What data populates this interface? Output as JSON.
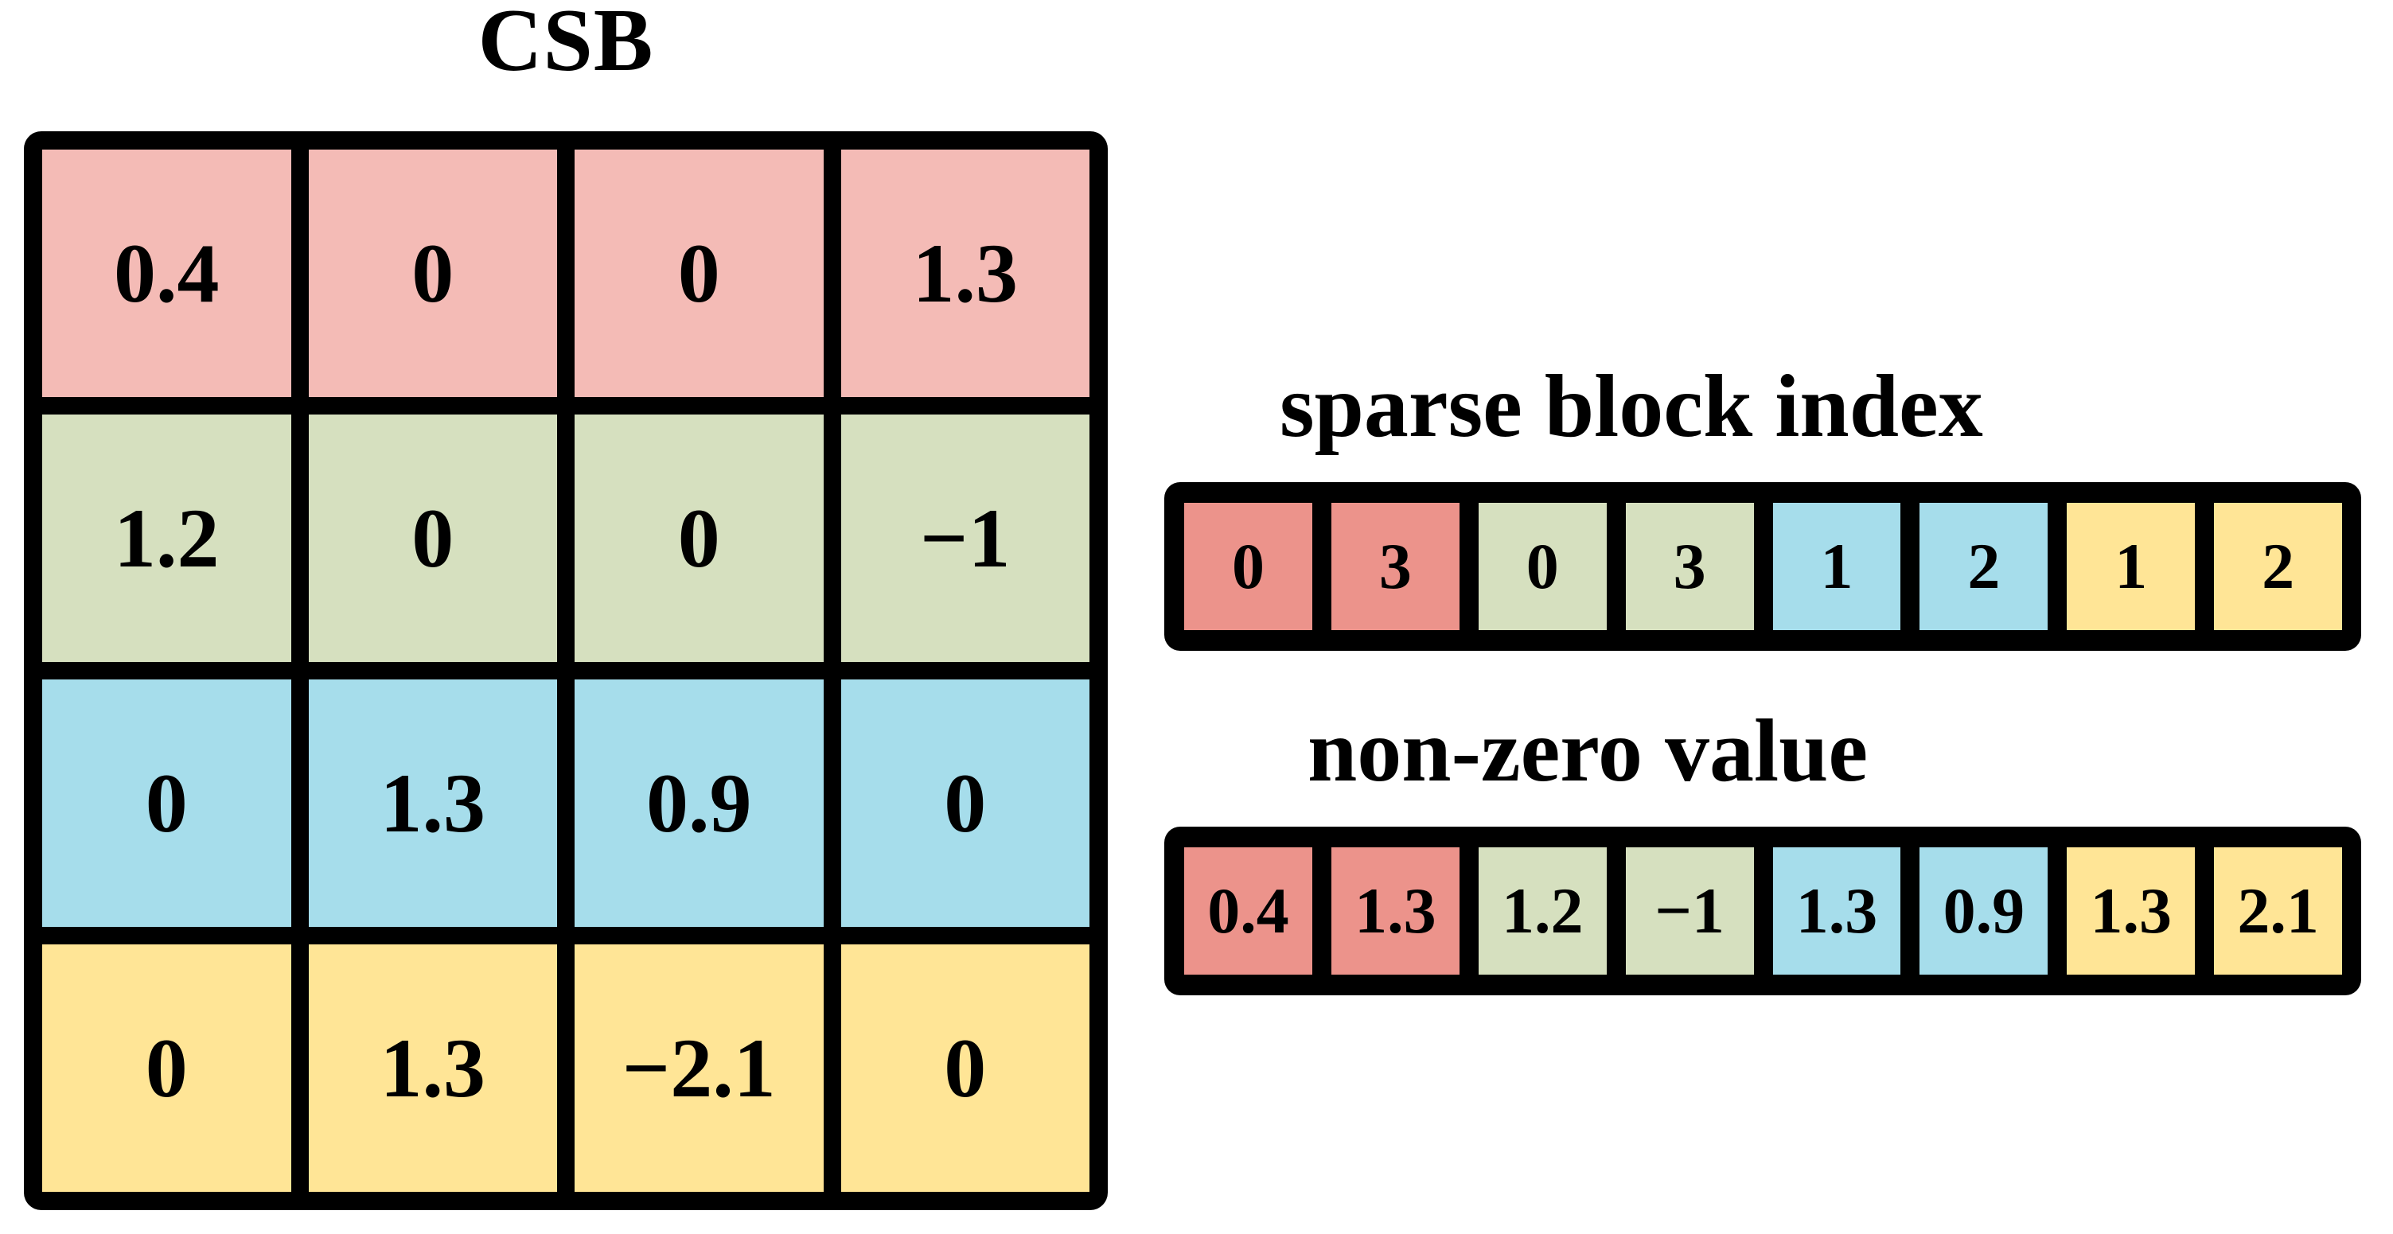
{
  "colors": {
    "matrix_red": "#f4bbb6",
    "array_red": "#ec938b",
    "green": "#d6e0bf",
    "blue": "#a6ddeb",
    "yellow": "#ffe596",
    "border": "#000000",
    "text": "#000000"
  },
  "matrix": {
    "title": "CSB",
    "rows": [
      {
        "color": "red",
        "cells": [
          "0.4",
          "0",
          "0",
          "1.3"
        ]
      },
      {
        "color": "green",
        "cells": [
          "1.2",
          "0",
          "0",
          "−1"
        ]
      },
      {
        "color": "blue",
        "cells": [
          "0",
          "1.3",
          "0.9",
          "0"
        ]
      },
      {
        "color": "yellow",
        "cells": [
          "0",
          "1.3",
          "−2.1",
          "0"
        ]
      }
    ]
  },
  "arrays": [
    {
      "title": "sparse block index",
      "cells": [
        "0",
        "3",
        "0",
        "3",
        "1",
        "2",
        "1",
        "2"
      ],
      "cell_colors": [
        "red",
        "red",
        "green",
        "green",
        "blue",
        "blue",
        "yellow",
        "yellow"
      ]
    },
    {
      "title": "non-zero value",
      "cells": [
        "0.4",
        "1.3",
        "1.2",
        "−1",
        "1.3",
        "0.9",
        "1.3",
        "2.1"
      ],
      "cell_colors": [
        "red",
        "red",
        "green",
        "green",
        "blue",
        "blue",
        "yellow",
        "yellow"
      ]
    }
  ]
}
